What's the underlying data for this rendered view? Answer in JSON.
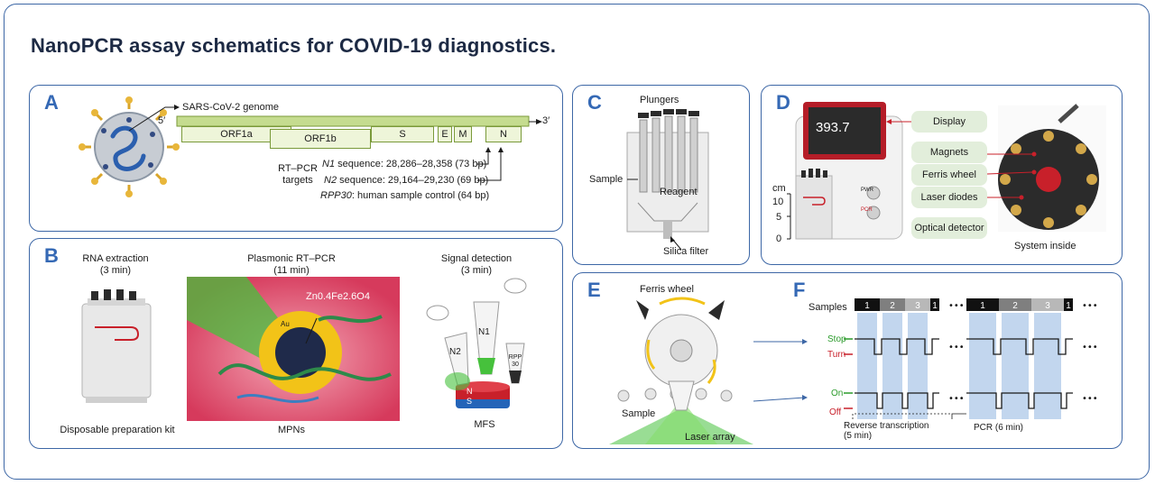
{
  "title": "NanoPCR assay schematics for COVID-19 diagnostics.",
  "panels": {
    "a": {
      "label": "A",
      "genome_label": "SARS-CoV-2 genome",
      "five_prime": "5′",
      "three_prime": "3′",
      "genes": [
        "ORF1a",
        "ORF1b",
        "S",
        "E",
        "M",
        "N"
      ],
      "rtpcr_label": "RT–PCR\ntargets",
      "targets": [
        {
          "name": "N1",
          "text": " sequence: 28,286–28,358 (73 bp)"
        },
        {
          "name": "N2",
          "text": " sequence: 29,164–29,230 (69 bp)"
        },
        {
          "name": "RPP30",
          "text": ": human sample control (64 bp)"
        }
      ]
    },
    "b": {
      "label": "B",
      "step1_title": "RNA extraction\n(3 min)",
      "step1_caption": "Disposable preparation kit",
      "step2_title": "Plasmonic RT–PCR\n(11 min)",
      "step2_caption": "MPNs",
      "au_label": "Au",
      "formula": "Zn0.4Fe2.6O4",
      "step3_title": "Signal detection\n(3 min)",
      "step3_caption": "MFS",
      "tube_labels": [
        "N2",
        "N1",
        "RPP\n30"
      ],
      "magnet_n": "N",
      "magnet_s": "S"
    },
    "c": {
      "label": "C",
      "plungers": "Plungers",
      "sample": "Sample",
      "reagent": "Reagent",
      "silica": "Silica filter"
    },
    "d": {
      "label": "D",
      "display_value": "393.7",
      "scale_unit": "cm",
      "scale_ticks": [
        "10",
        "5",
        "0"
      ],
      "button_pwr": "PWR",
      "button_pcr": "PCR",
      "components": [
        "Display",
        "Magnets",
        "Ferris wheel",
        "Laser diodes",
        "Optical detector"
      ],
      "inside_caption": "System inside"
    },
    "e": {
      "label": "E",
      "ferris": "Ferris wheel",
      "sample": "Sample",
      "laser": "Laser array"
    },
    "f": {
      "label": "F",
      "samples_label": "Samples",
      "sample_numbers": [
        "1",
        "2",
        "3",
        "1",
        "1",
        "2",
        "3",
        "1"
      ],
      "ellipsis": "•••",
      "stop": "Stop",
      "turn": "Turn",
      "on": "On",
      "off": "Off",
      "rt_label": "Reverse transcription\n(5 min)",
      "pcr_label": "PCR (6 min)"
    }
  },
  "colors": {
    "border": "#3d67a6",
    "label": "#3569b5",
    "genome_bar": "#c5dc8f",
    "gene_box": "#eef5d9",
    "pill": "#e2eedb",
    "plasmonic_bg": "#d63a5c",
    "laser_green": "#46c13c",
    "gold": "#f2c318",
    "timing_band": "#c2d6ee",
    "stop_on_green": "#2a9a2a",
    "turn_off_red": "#c8202a"
  }
}
